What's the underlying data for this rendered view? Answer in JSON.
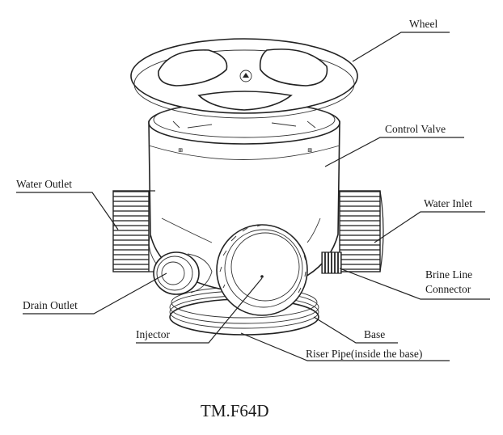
{
  "diagram": {
    "labels": {
      "wheel": "Wheel",
      "control_valve": "Control Valve",
      "water_outlet": "Water Outlet",
      "water_inlet": "Water Inlet",
      "brine_line_connector_1": "Brine Line",
      "brine_line_connector_2": "Connector",
      "drain_outlet": "Drain Outlet",
      "injector": "Injector",
      "base": "Base",
      "riser_pipe": "Riser Pipe(inside the base)"
    },
    "model": "TM.F64D"
  }
}
